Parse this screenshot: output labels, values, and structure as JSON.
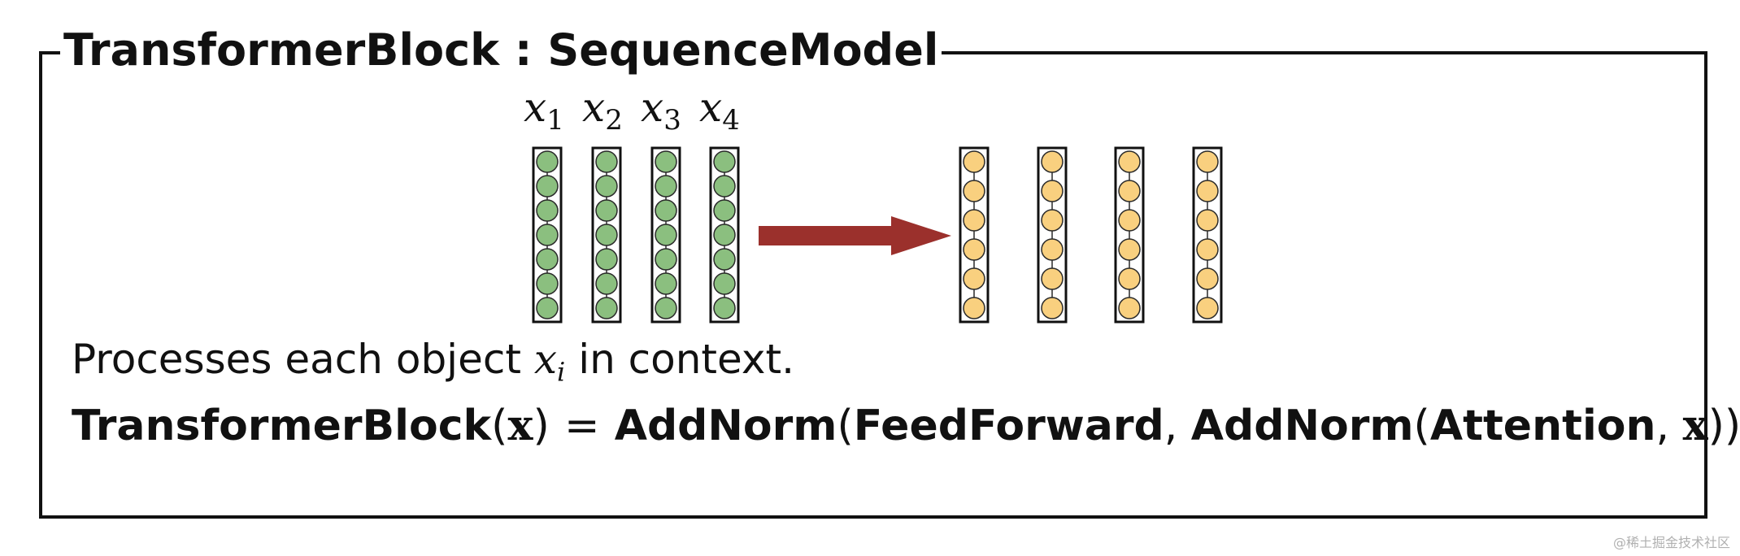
{
  "title": {
    "class_name": "TransformerBlock",
    "separator": ":",
    "base_class": "SequenceModel"
  },
  "input_labels": [
    {
      "var": "x",
      "sub": "1"
    },
    {
      "var": "x",
      "sub": "2"
    },
    {
      "var": "x",
      "sub": "3"
    },
    {
      "var": "x",
      "sub": "4"
    }
  ],
  "diagram": {
    "vector_size": 6,
    "input_count": 4,
    "output_count": 4,
    "input_color": "#8bbf7f",
    "output_color": "#f9d07f",
    "arrow_color": "#9b302c",
    "node_stroke": "#2a2a2a"
  },
  "description": {
    "prefix": "Processes each object",
    "var": "x",
    "sub": "i",
    "suffix": "in context."
  },
  "formula": {
    "lhs_func": "TransformerBlock",
    "lhs_arg": "x",
    "equals": "=",
    "f1": "AddNorm",
    "arg1": "FeedForward",
    "f2": "AddNorm",
    "arg2": "Attention",
    "arg3": "x"
  },
  "watermark": "@稀土掘金技术社区"
}
